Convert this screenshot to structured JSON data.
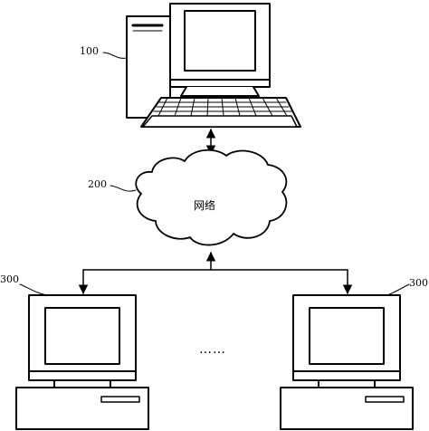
{
  "labels": {
    "server": "100",
    "network": "200",
    "client_left": "300",
    "client_right": "300"
  },
  "network_text": "网络",
  "ellipsis": "……"
}
